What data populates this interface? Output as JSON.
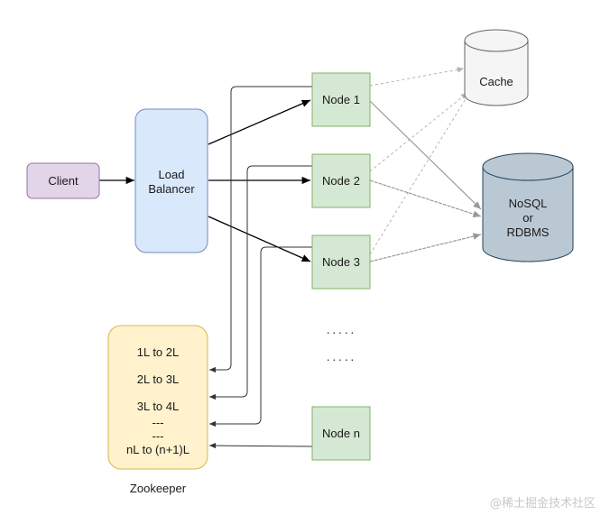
{
  "diagram": {
    "client": "Client",
    "load_balancer": [
      "Load",
      "Balancer"
    ],
    "nodes": [
      "Node 1",
      "Node 2",
      "Node 3",
      "Node n"
    ],
    "cache": "Cache",
    "database": [
      "NoSQL",
      "or",
      "RDBMS"
    ],
    "zookeeper_entries": [
      "1L to 2L",
      "2L to 3L",
      "3L to 4L",
      "---",
      "---",
      "nL to (n+1)L"
    ],
    "zookeeper_label": "Zookeeper",
    "ellipsis": [
      "·····",
      "·····"
    ]
  },
  "watermark": "@稀土掘金技术社区",
  "colors": {
    "client_fill": "#e1d5e7",
    "client_stroke": "#9673a6",
    "lb_fill": "#dae8fc",
    "lb_stroke": "#6c8ebf",
    "node_fill": "#d5e8d4",
    "node_stroke": "#82b366",
    "cache_fill": "#f5f5f5",
    "cache_stroke": "#666666",
    "db_fill": "#bac8d3",
    "db_stroke": "#23445d",
    "zk_fill": "#fff2cc",
    "zk_stroke": "#d6b656"
  }
}
